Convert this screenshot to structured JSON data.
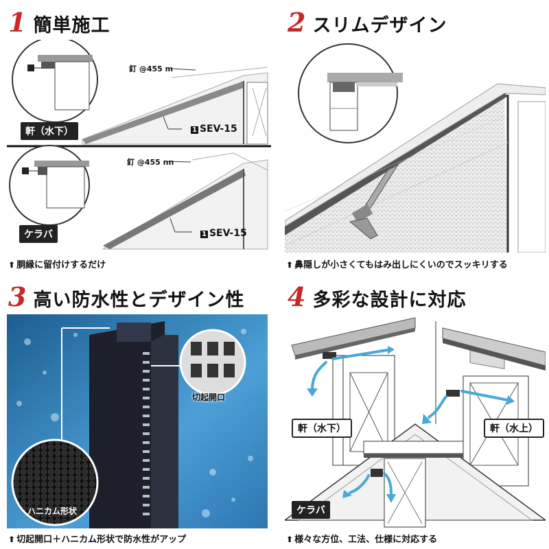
{
  "panels": [
    {
      "number": "1",
      "title": "簡単施工",
      "caption": "胴縁に留付けするだけ",
      "labels": {
        "nail_top": "釘 @455 m",
        "nail_bottom": "釘 @455 nn",
        "product_top": "SEV-15",
        "product_bottom": "SEV-15",
        "callout_num": "1",
        "eaves": "軒（水下）",
        "gable": "ケラバ"
      }
    },
    {
      "number": "2",
      "title": "スリムデザイン",
      "caption": "鼻隠しが小さくてもはみ出しにくいのでスッキリする"
    },
    {
      "number": "3",
      "title": "高い防水性とデザイン性",
      "caption": "切起開口＋ハニカム形状で防水性がアップ",
      "labels": {
        "slit_opening": "切起開口",
        "honeycomb": "ハニカム形状"
      }
    },
    {
      "number": "4",
      "title": "多彩な設計に対応",
      "caption": "様々な方位、工法、仕様に対応する",
      "labels": {
        "eaves_down": "軒（水下）",
        "eaves_up": "軒（水上）",
        "gable": "ケラバ"
      }
    }
  ],
  "arrow_glyph": "⬆",
  "colors": {
    "accent": "#c62828",
    "airflow": "#4aa8d8",
    "water": "#2f7fb8"
  }
}
